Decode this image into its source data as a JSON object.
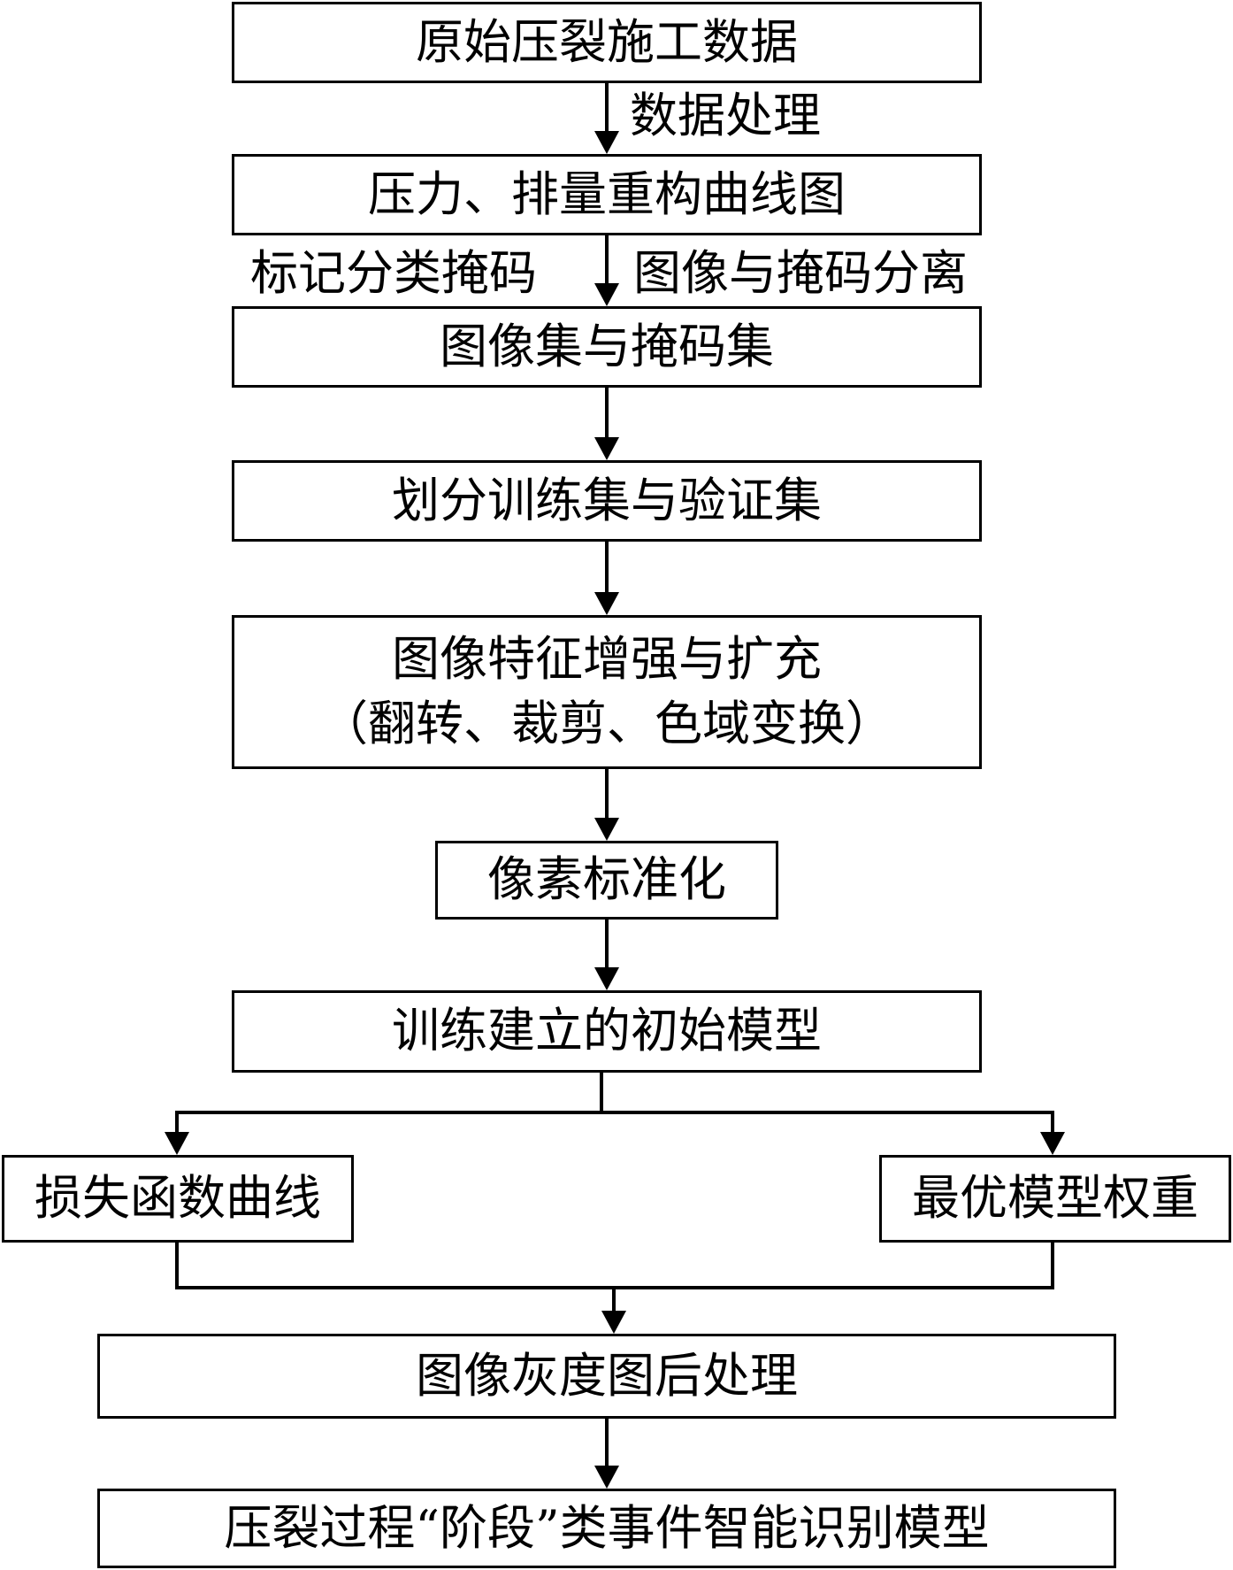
{
  "nodes": {
    "raw_data": "原始压裂施工数据",
    "curve": "压力、排量重构曲线图",
    "image_mask_sets": "图像集与掩码集",
    "split": "划分训练集与验证集",
    "augment_line1": "图像特征增强与扩充",
    "augment_line2": "（翻转、裁剪、色域变换）",
    "normalize": "像素标准化",
    "initial_model": "训练建立的初始模型",
    "loss_curve": "损失函数曲线",
    "best_weights": "最优模型权重",
    "postprocess": "图像灰度图后处理",
    "final_model": "压裂过程“阶段”类事件智能识别模型"
  },
  "edge_labels": {
    "data_processing": "数据处理",
    "label_mask": "标记分类掩码",
    "separate": "图像与掩码分离"
  }
}
